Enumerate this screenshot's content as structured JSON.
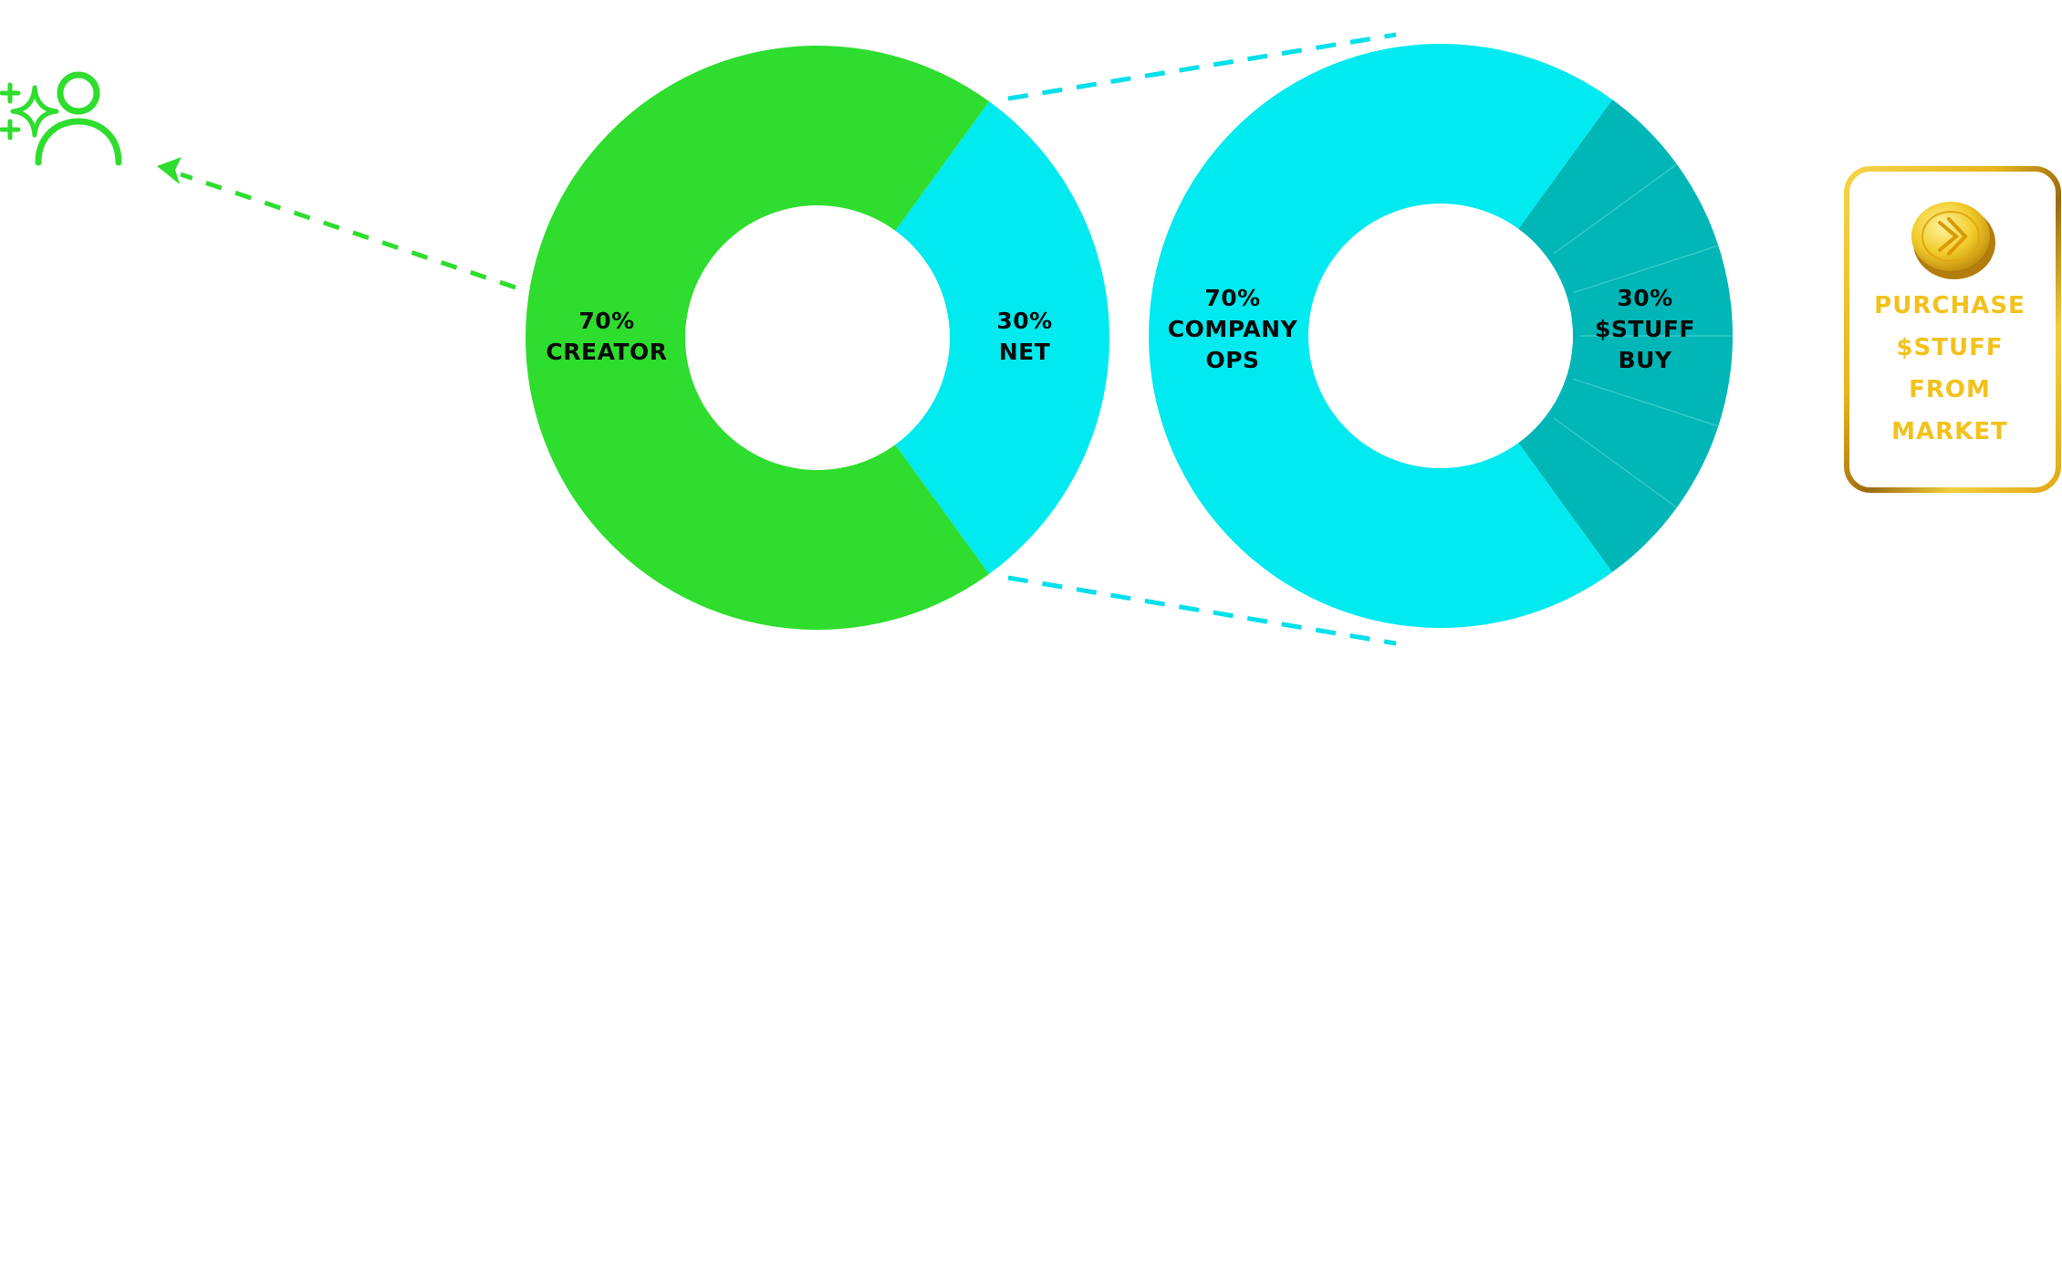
{
  "colors": {
    "creator_green": "#2edd2e",
    "net_cyan": "#00eaef",
    "buy_teal": "#00b6b6",
    "gold": "#f2c21b",
    "gold_dark": "#9a6a12",
    "label_text": "#0a0a0a"
  },
  "icons": {
    "creator": "user-sparkle-icon",
    "coin": "coin-icon"
  },
  "chart_data": [
    {
      "type": "pie",
      "variant": "donut",
      "slices": [
        {
          "label_top": "70%",
          "label_bottom": "CREATOR",
          "value": 70,
          "color": "#2edd2e"
        },
        {
          "label_top": "30%",
          "label_bottom": "NET",
          "value": 30,
          "color": "#00eaef"
        }
      ]
    },
    {
      "type": "pie",
      "variant": "donut",
      "slices": [
        {
          "label_top": "70%",
          "label_middle": "COMPANY",
          "label_bottom": "OPS",
          "value": 70,
          "color": "#00eaef"
        },
        {
          "label_top": "30%",
          "label_middle": "$STUFF",
          "label_bottom": "BUY",
          "value": 30,
          "color": "#00b6b6"
        }
      ]
    }
  ],
  "card": {
    "lines": [
      "PURCHASE",
      "$STUFF",
      "FROM",
      "MARKET"
    ]
  }
}
